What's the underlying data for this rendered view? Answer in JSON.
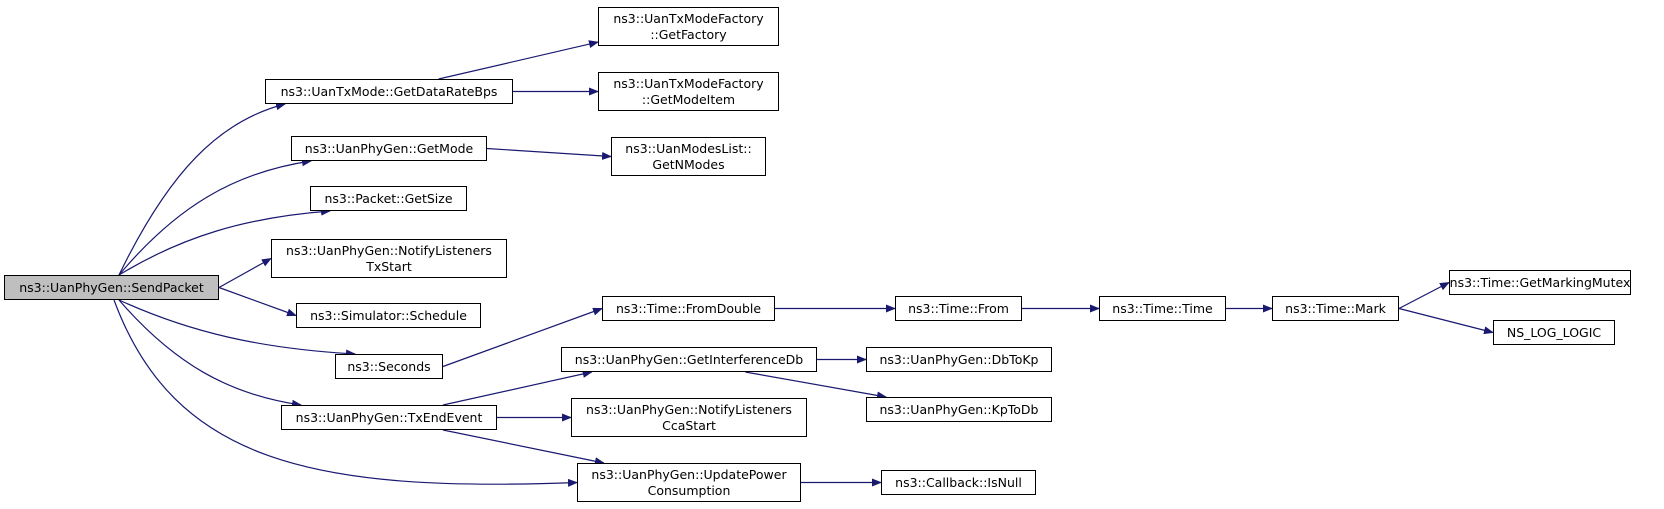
{
  "graph": {
    "edge_color": "#191970",
    "root_fill": "#bfbfbf",
    "node_fill": "#ffffff",
    "nodes": {
      "sendpacket": [
        "ns3::UanPhyGen::SendPacket"
      ],
      "getdataratebps": [
        "ns3::UanTxMode::GetDataRateBps"
      ],
      "getfactory": [
        "ns3::UanTxModeFactory",
        "::GetFactory"
      ],
      "getmodeitem": [
        "ns3::UanTxModeFactory",
        "::GetModeItem"
      ],
      "getmode": [
        "ns3::UanPhyGen::GetMode"
      ],
      "getnmodes": [
        "ns3::UanModesList::",
        "GetNModes"
      ],
      "getsize": [
        "ns3::Packet::GetSize"
      ],
      "notifytxstart": [
        "ns3::UanPhyGen::NotifyListeners",
        "TxStart"
      ],
      "schedule": [
        "ns3::Simulator::Schedule"
      ],
      "seconds": [
        "ns3::Seconds"
      ],
      "fromdouble": [
        "ns3::Time::FromDouble"
      ],
      "from": [
        "ns3::Time::From"
      ],
      "time": [
        "ns3::Time::Time"
      ],
      "mark": [
        "ns3::Time::Mark"
      ],
      "getmarkingmutex": [
        "ns3::Time::GetMarkingMutex"
      ],
      "nslog": [
        "NS_LOG_LOGIC"
      ],
      "getinterferencedb": [
        "ns3::UanPhyGen::GetInterferenceDb"
      ],
      "dbtokp": [
        "ns3::UanPhyGen::DbToKp"
      ],
      "kptodb": [
        "ns3::UanPhyGen::KpToDb"
      ],
      "txendevent": [
        "ns3::UanPhyGen::TxEndEvent"
      ],
      "notifyccastart": [
        "ns3::UanPhyGen::NotifyListeners",
        "CcaStart"
      ],
      "updatepower": [
        "ns3::UanPhyGen::UpdatePower",
        "Consumption"
      ],
      "isnull": [
        "ns3::Callback::IsNull"
      ]
    },
    "edges": [
      [
        "sendpacket",
        "getdataratebps"
      ],
      [
        "sendpacket",
        "getmode"
      ],
      [
        "sendpacket",
        "getsize"
      ],
      [
        "sendpacket",
        "notifytxstart"
      ],
      [
        "sendpacket",
        "schedule"
      ],
      [
        "sendpacket",
        "seconds"
      ],
      [
        "sendpacket",
        "txendevent"
      ],
      [
        "sendpacket",
        "updatepower"
      ],
      [
        "getdataratebps",
        "getfactory"
      ],
      [
        "getdataratebps",
        "getmodeitem"
      ],
      [
        "getmode",
        "getnmodes"
      ],
      [
        "seconds",
        "fromdouble"
      ],
      [
        "fromdouble",
        "from"
      ],
      [
        "from",
        "time"
      ],
      [
        "time",
        "mark"
      ],
      [
        "mark",
        "getmarkingmutex"
      ],
      [
        "mark",
        "nslog"
      ],
      [
        "txendevent",
        "getinterferencedb"
      ],
      [
        "txendevent",
        "notifyccastart"
      ],
      [
        "txendevent",
        "updatepower"
      ],
      [
        "getinterferencedb",
        "dbtokp"
      ],
      [
        "getinterferencedb",
        "kptodb"
      ],
      [
        "updatepower",
        "isnull"
      ]
    ]
  }
}
